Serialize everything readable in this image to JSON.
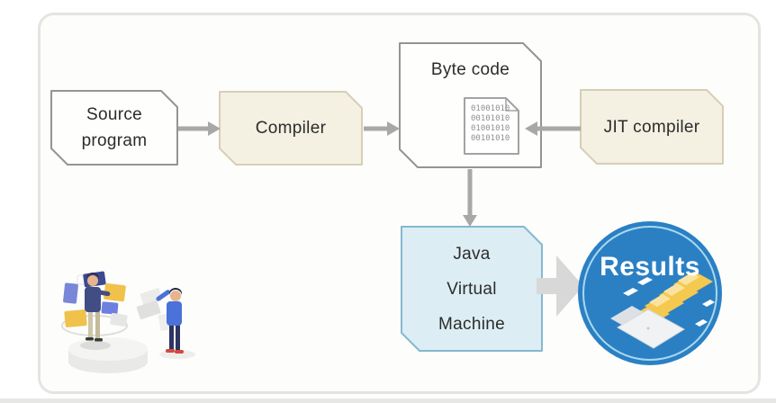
{
  "diagram": {
    "nodes": {
      "source_program": {
        "line1": "Source",
        "line2": "program"
      },
      "compiler": {
        "label": "Compiler"
      },
      "byte_code": {
        "label": "Byte code",
        "binary_lines": [
          "01001010",
          "00101010",
          "01001010",
          "00101010"
        ]
      },
      "jit_compiler": {
        "label": "JIT compiler"
      },
      "jvm": {
        "line1": "Java",
        "line2": "Virtual",
        "line3": "Machine"
      },
      "results": {
        "label": "Results"
      }
    },
    "edges": [
      {
        "from": "source_program",
        "to": "compiler"
      },
      {
        "from": "compiler",
        "to": "byte_code"
      },
      {
        "from": "jit_compiler",
        "to": "byte_code"
      },
      {
        "from": "byte_code",
        "to": "jvm"
      },
      {
        "from": "jvm",
        "to": "results"
      }
    ],
    "colors": {
      "canvas_background": "#fdfdfb",
      "canvas_border": "#e4e4e1",
      "data_box_fill": "#fefefd",
      "data_box_border": "#949494",
      "process_box_fill": "#f4f0e2",
      "process_box_border": "#d6cfb6",
      "jvm_fill": "#ddedf4",
      "jvm_border": "#85b8d0",
      "arrow": "#a8a8a8",
      "block_arrow": "#d8d8d8",
      "results_circle": "#2b80c4",
      "results_ring": "#a9d8f0",
      "results_text": "#ffffff",
      "folder_yellow": "#f5c94f",
      "binary_text": "#8f8f8f"
    },
    "icons": {
      "binary_document": "binary-document-icon",
      "results_laptop": "laptop-folders-icon",
      "people": "people-illustration"
    }
  }
}
